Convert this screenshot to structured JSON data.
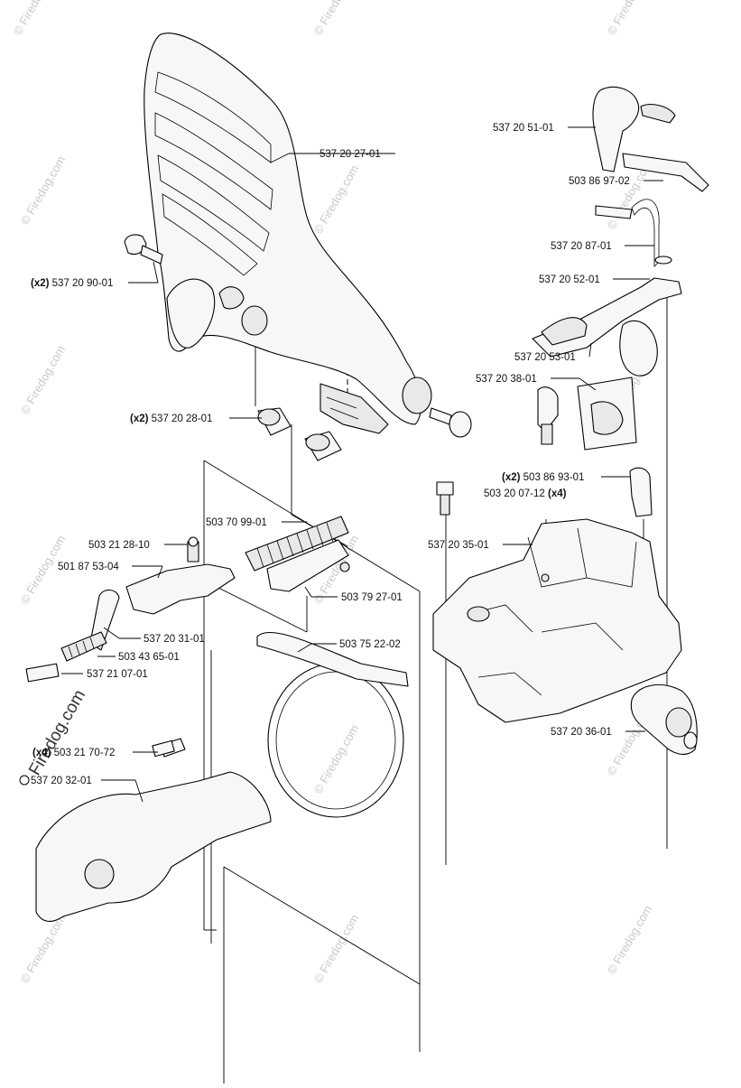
{
  "watermark": {
    "text": "© Firedog.com",
    "large_text": "Firedog.com",
    "color": "#c9c9c9"
  },
  "parts": [
    {
      "number": "537 20 27-01",
      "qty": ""
    },
    {
      "number": "537 20 90-01",
      "qty": "(x2)"
    },
    {
      "number": "537 20 28-01",
      "qty": "(x2)"
    },
    {
      "number": "503 70 99-01",
      "qty": ""
    },
    {
      "number": "503 21 28-10",
      "qty": ""
    },
    {
      "number": "501 87 53-04",
      "qty": ""
    },
    {
      "number": "503 79 27-01",
      "qty": ""
    },
    {
      "number": "537 20 31-01",
      "qty": ""
    },
    {
      "number": "503 43 65-01",
      "qty": ""
    },
    {
      "number": "537 21 07-01",
      "qty": ""
    },
    {
      "number": "503 75 22-02",
      "qty": ""
    },
    {
      "number": "503 21 70-72",
      "qty": "(x4)"
    },
    {
      "number": "537 20 32-01",
      "qty": ""
    },
    {
      "number": "537 20 51-01",
      "qty": ""
    },
    {
      "number": "503 86 97-02",
      "qty": ""
    },
    {
      "number": "537 20 87-01",
      "qty": ""
    },
    {
      "number": "537 20 52-01",
      "qty": ""
    },
    {
      "number": "537 20 53-01",
      "qty": ""
    },
    {
      "number": "537 20 38-01",
      "qty": ""
    },
    {
      "number": "503 86 93-01",
      "qty": "(x2)"
    },
    {
      "number": "503 20 07-12",
      "qty": "(x4)"
    },
    {
      "number": "537 20 35-01",
      "qty": ""
    },
    {
      "number": "537 20 36-01",
      "qty": ""
    }
  ]
}
